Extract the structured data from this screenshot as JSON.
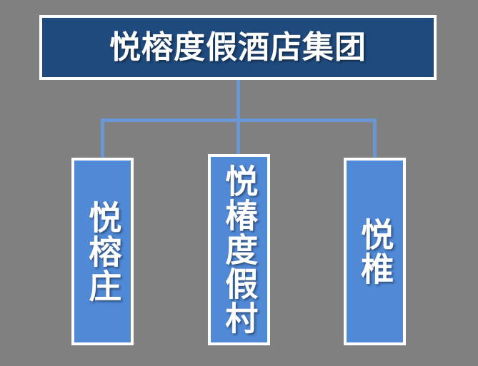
{
  "diagram": {
    "type": "organization-chart",
    "orientation": "top-down",
    "background_color": "#808080",
    "connector_color": "#6A96D4",
    "root": {
      "label": "悦榕度假酒店集团",
      "fill_color": "#1F4A7D",
      "border_color": "#FFFFFF",
      "text_color": "#FFFFFF",
      "text_direction": "horizontal"
    },
    "children": [
      {
        "label": "悦榕庄",
        "fill_color": "#5089D6",
        "border_color": "#FFFFFF",
        "text_color": "#FFFFFF",
        "text_direction": "vertical"
      },
      {
        "label": "悦椿度假村",
        "fill_color": "#5089D6",
        "border_color": "#FFFFFF",
        "text_color": "#FFFFFF",
        "text_direction": "vertical"
      },
      {
        "label": "悦椎",
        "fill_color": "#5089D6",
        "border_color": "#FFFFFF",
        "text_color": "#FFFFFF",
        "text_direction": "vertical"
      }
    ]
  }
}
